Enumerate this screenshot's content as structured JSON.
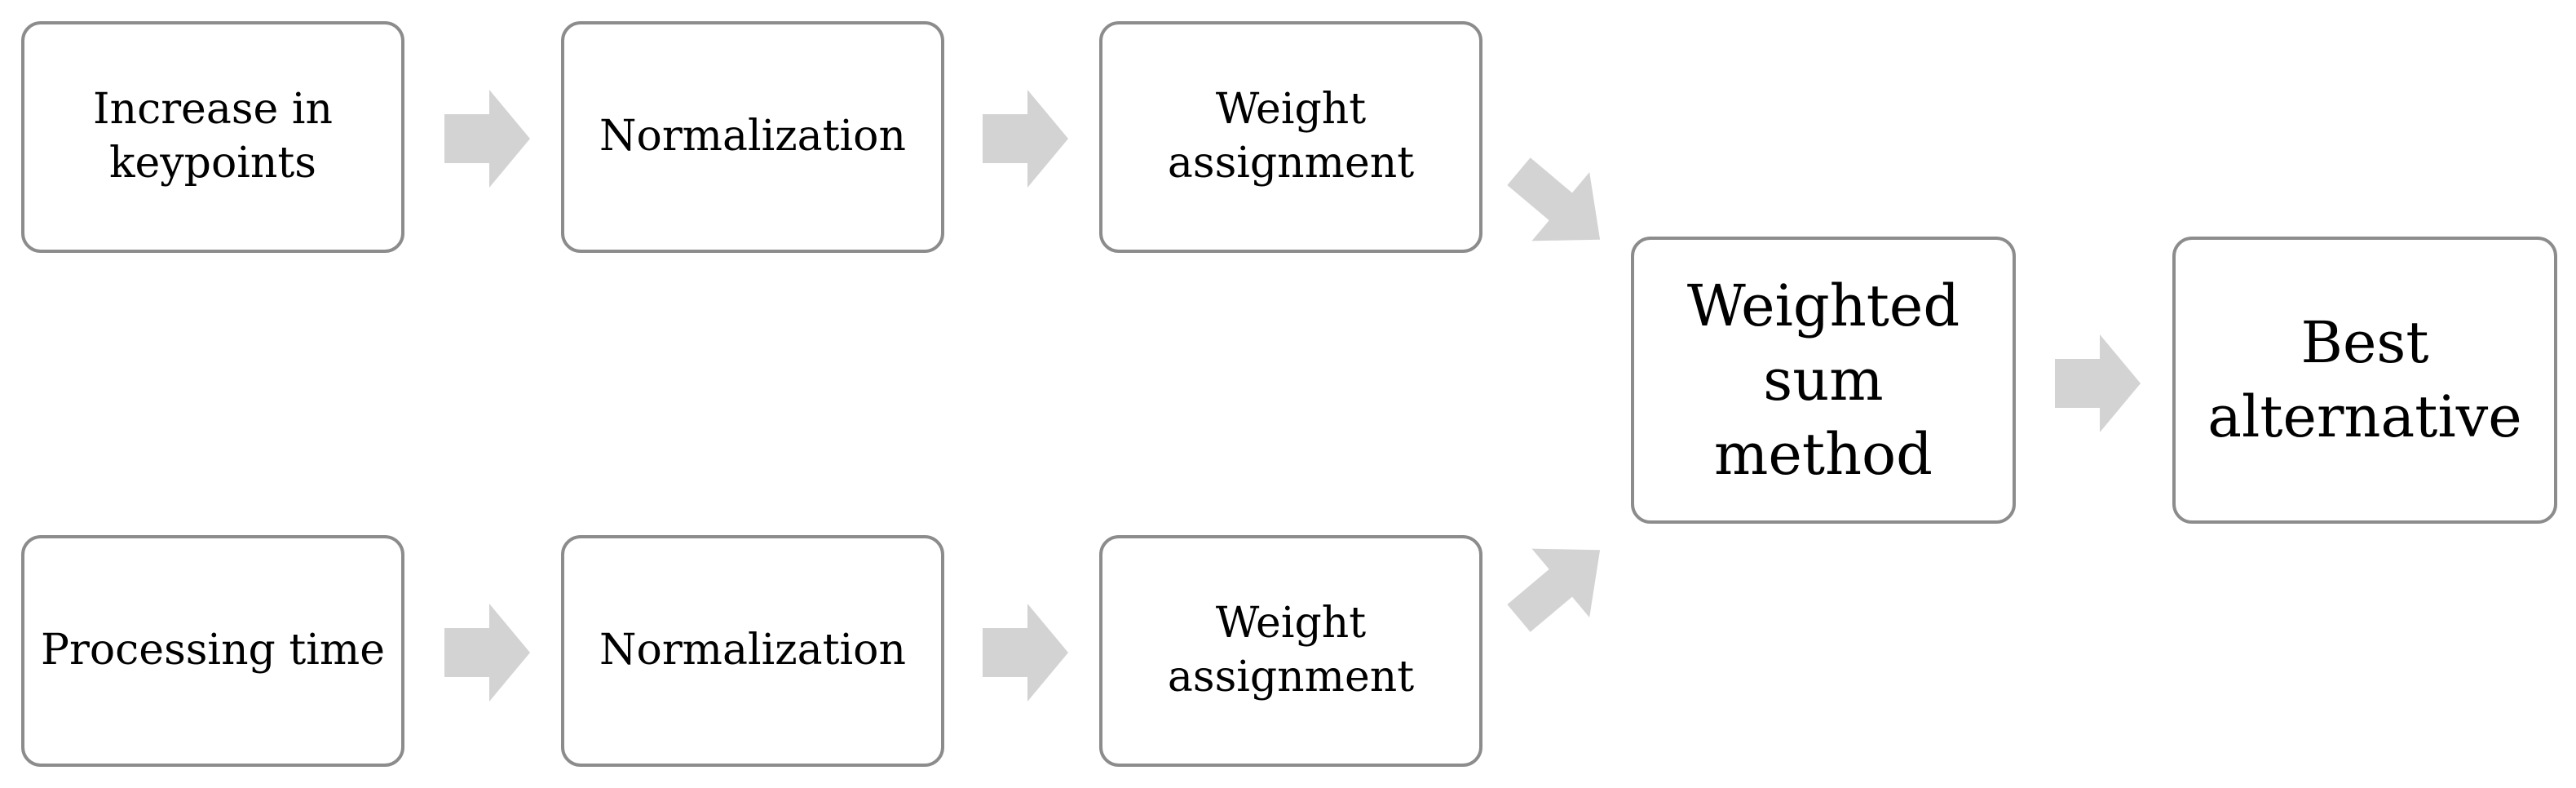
{
  "diagram": {
    "nodes": [
      {
        "id": "n1",
        "label": "Increase in\nkeypoints"
      },
      {
        "id": "n2",
        "label": "Normalization"
      },
      {
        "id": "n3",
        "label": "Weight\nassignment"
      },
      {
        "id": "n4",
        "label": "Processing time"
      },
      {
        "id": "n5",
        "label": "Normalization"
      },
      {
        "id": "n6",
        "label": "Weight\nassignment"
      },
      {
        "id": "n7",
        "label": "Weighted\nsum\nmethod"
      },
      {
        "id": "n8",
        "label": "Best\nalternative"
      }
    ],
    "edges": [
      {
        "from": "n1",
        "to": "n2"
      },
      {
        "from": "n2",
        "to": "n3"
      },
      {
        "from": "n3",
        "to": "n7"
      },
      {
        "from": "n4",
        "to": "n5"
      },
      {
        "from": "n5",
        "to": "n6"
      },
      {
        "from": "n6",
        "to": "n7"
      },
      {
        "from": "n7",
        "to": "n8"
      }
    ],
    "colors": {
      "box_border": "#8c8c8c",
      "box_fill": "#ffffff",
      "arrow_fill": "#d3d3d3",
      "text": "#000000"
    }
  }
}
